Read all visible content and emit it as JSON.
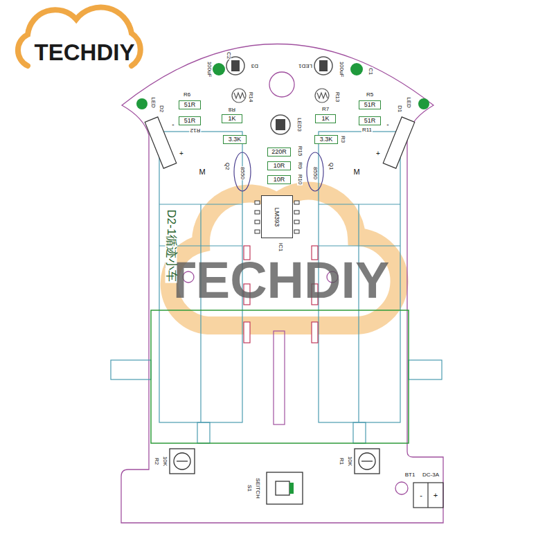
{
  "diagram": {
    "nodes": [
      {
        "text": [
          "51R"
        ]
      },
      {
        "text": [
          "51R"
        ]
      },
      {
        "text": [
          "1K"
        ]
      },
      {
        "text": [
          "1K"
        ]
      },
      {
        "text": [
          "51R"
        ]
      },
      {
        "text": [
          "51R"
        ]
      },
      {
        "text": [
          "3.3K"
        ]
      },
      {
        "text": [
          "3.3K"
        ]
      },
      {
        "text": [
          "220R"
        ]
      },
      {
        "text": [
          "10R"
        ]
      },
      {
        "text": [
          "10R"
        ]
      },
      {
        "text": [
          "LM393"
        ]
      }
    ],
    "labels": [
      "TECHDIY",
      "TECHDIY",
      "100uF",
      "C2",
      "D3",
      "LED1",
      "100uF",
      "C1",
      "LED",
      "D2",
      "R6",
      "R14",
      "R8",
      "R13",
      "R7",
      "R5",
      "D1",
      "LED",
      "LED3",
      "R12",
      "R11",
      "R3",
      "Q2",
      "8550",
      "Q1",
      "8550",
      "R15",
      "R9",
      "R10",
      "IC1",
      "M",
      "M",
      "+",
      "-",
      "+",
      "-",
      "D2-1循迹小车",
      "R2",
      "10K",
      "R1",
      "10K",
      "S1",
      "SEITCH",
      "BT1",
      "DC-3A",
      "-",
      "+"
    ]
  }
}
